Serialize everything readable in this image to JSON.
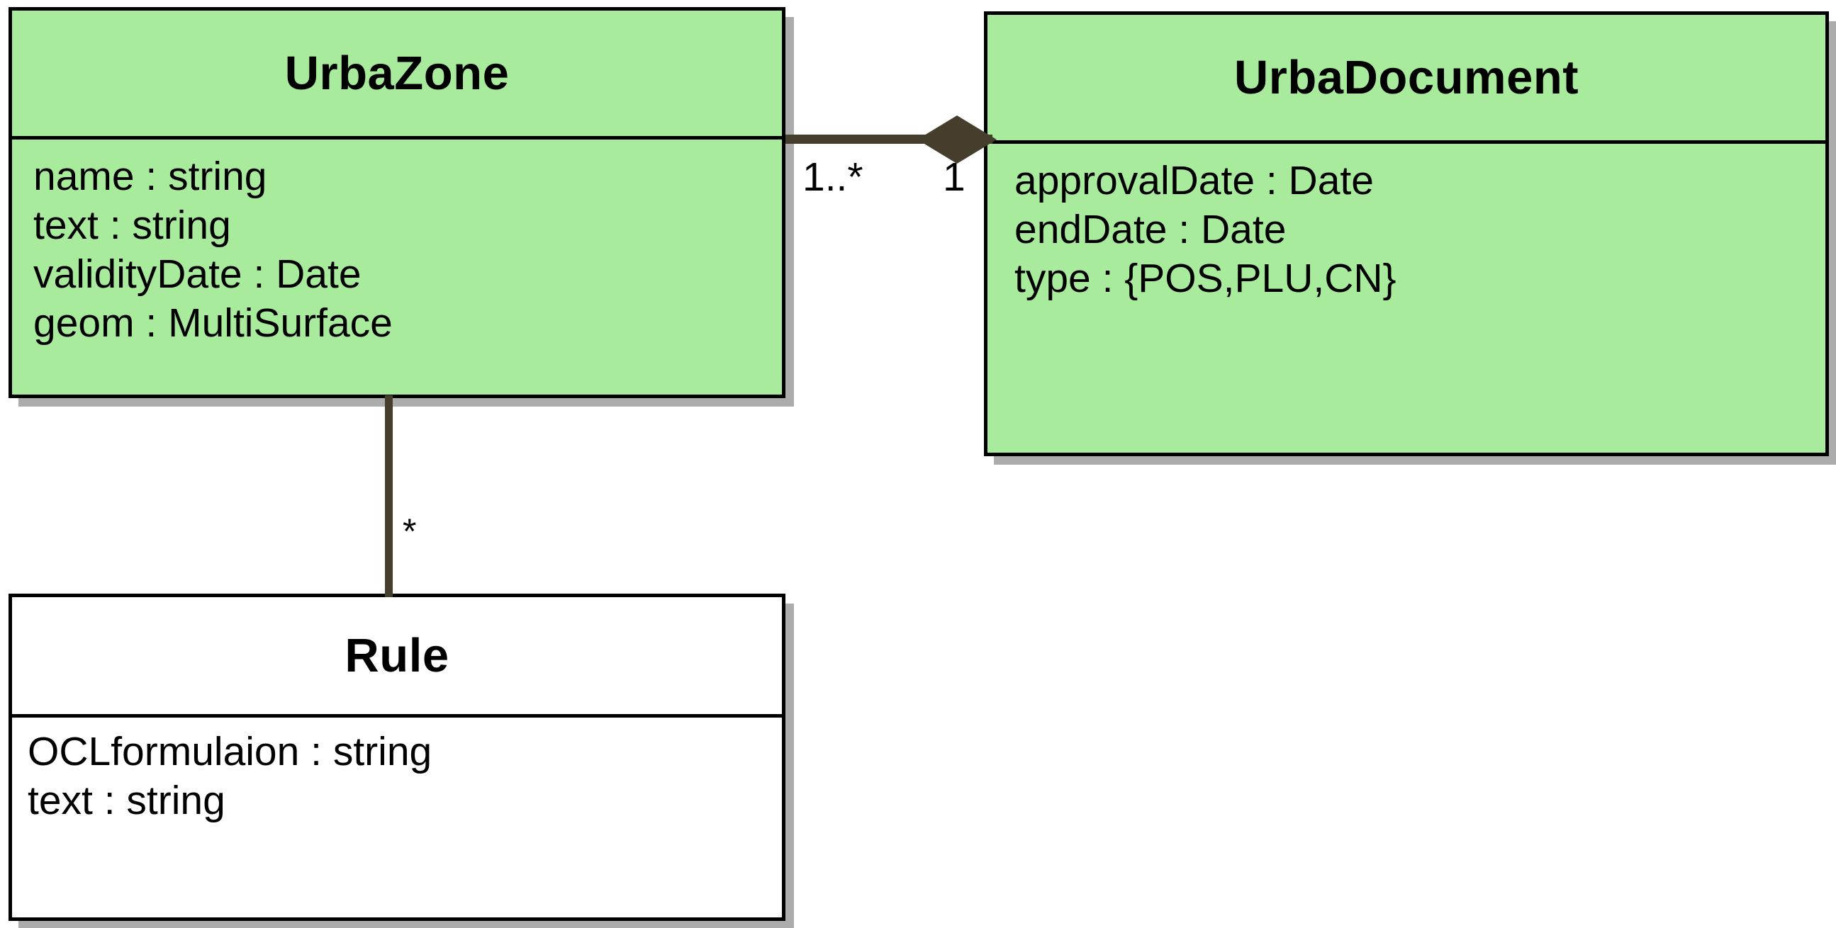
{
  "diagram": {
    "type": "uml-class-diagram",
    "background_color": "#ffffff",
    "line_color": "#453e2d",
    "border_color": "#000000",
    "highlight_fill": "#a8eb9c",
    "plain_fill": "#ffffff"
  },
  "classes": {
    "urbazone": {
      "name": "UrbaZone",
      "fill": "#a8eb9c",
      "attributes": [
        "name : string",
        "text : string",
        "validityDate : Date",
        "geom : MultiSurface"
      ]
    },
    "urbadocument": {
      "name": "UrbaDocument",
      "fill": "#a8eb9c",
      "attributes": [
        "approvalDate : Date",
        "endDate : Date",
        "type : {POS,PLU,CN}"
      ]
    },
    "rule": {
      "name": "Rule",
      "fill": "#ffffff",
      "attributes": [
        "OCLformulaion : string",
        "text : string"
      ]
    }
  },
  "associations": {
    "zone_to_document": {
      "kind": "composition",
      "source_multiplicity": "1..*",
      "target_multiplicity": "1"
    },
    "zone_to_rule": {
      "kind": "association",
      "target_multiplicity": "*"
    }
  }
}
